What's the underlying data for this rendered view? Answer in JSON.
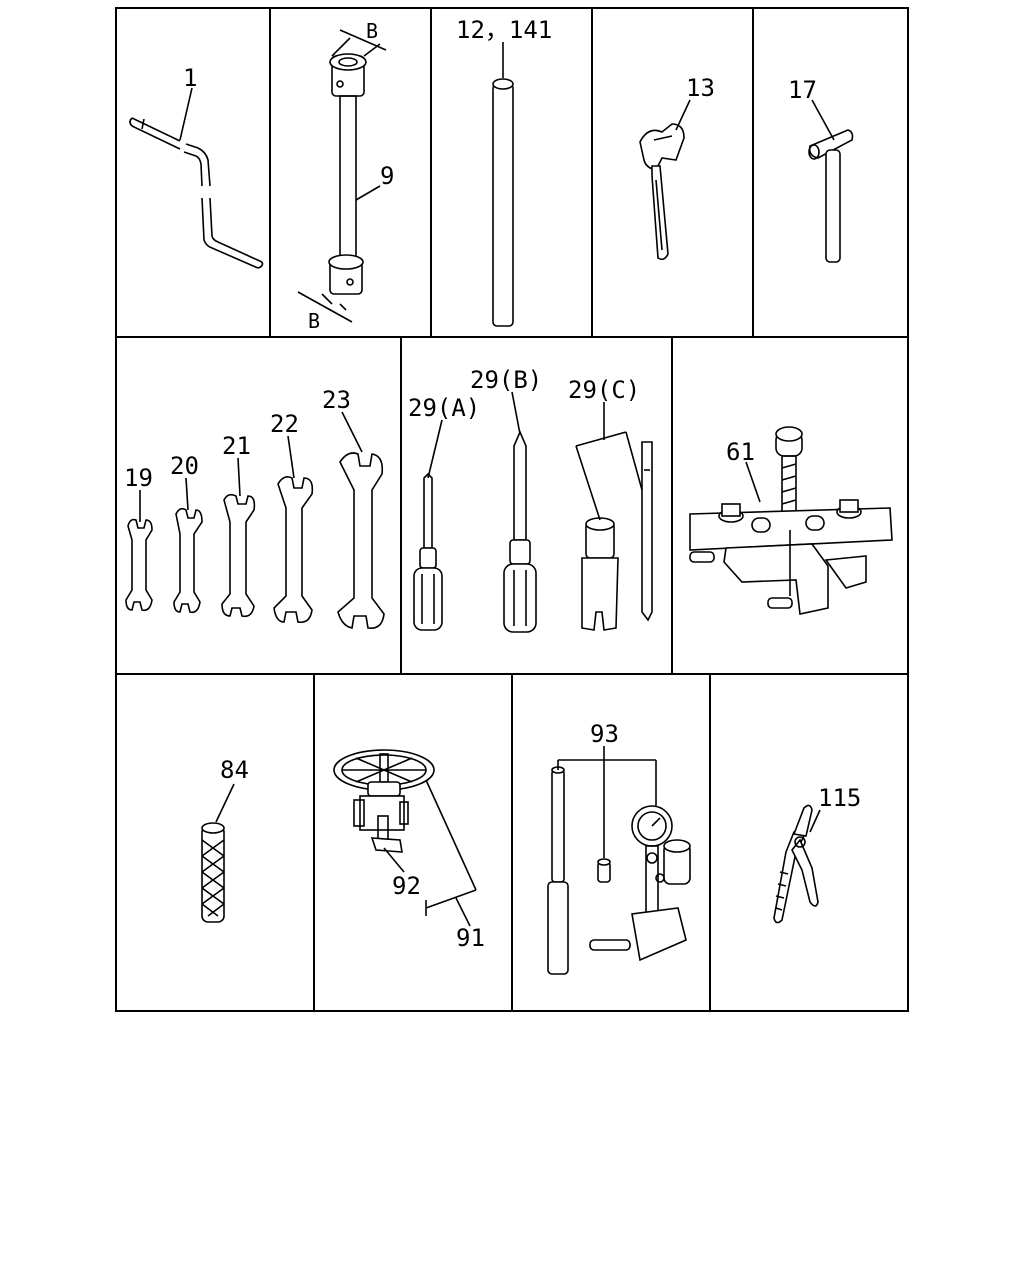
{
  "labels": {
    "l1": "1",
    "l9": "9",
    "lB_top": "B",
    "lB_bottom": "B",
    "l12_141": "12，141",
    "l13": "13",
    "l17": "17",
    "l19": "19",
    "l20": "20",
    "l21": "21",
    "l22": "22",
    "l23": "23",
    "l29A": "29(A)",
    "l29B": "29(B)",
    "l29C": "29(C)",
    "l61": "61",
    "l84": "84",
    "l92": "92",
    "l91": "91",
    "l93": "93",
    "l115": "115"
  },
  "icons": {
    "cell_1": "crank-handle-icon",
    "cell_9": "box-wrench-icon",
    "cell_12_141": "rod-icon",
    "cell_13": "adjustable-wrench-icon",
    "cell_17": "hammer-icon",
    "cell_19_23": "open-end-wrench-set-icon",
    "cell_29": "screwdriver-set-icon",
    "cell_61": "puller-icon",
    "cell_84": "knurled-grip-icon",
    "cell_91_92": "wheel-tool-icon",
    "cell_93": "gauge-tester-icon",
    "cell_115": "pliers-icon"
  }
}
